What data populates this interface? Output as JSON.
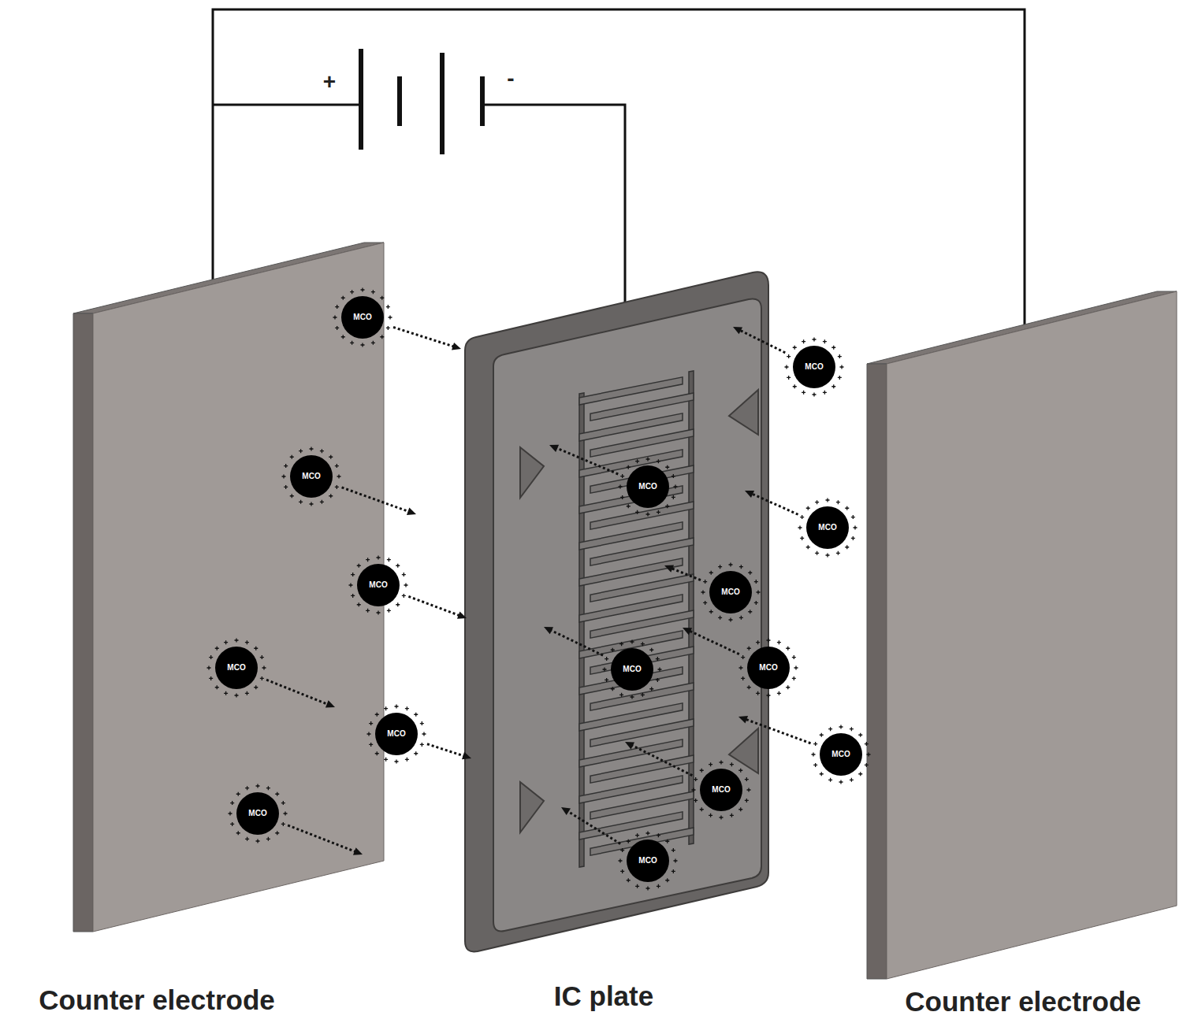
{
  "diagram": {
    "nodes": [
      {
        "text": [
          "MCO"
        ]
      },
      {
        "text": [
          "MCO"
        ]
      },
      {
        "text": [
          "MCO"
        ]
      },
      {
        "text": [
          "MCO"
        ]
      },
      {
        "text": [
          "MCO"
        ]
      },
      {
        "text": [
          "MCO"
        ]
      },
      {
        "text": [
          "MCO"
        ]
      },
      {
        "text": [
          "MCO"
        ]
      },
      {
        "text": [
          "MCO"
        ]
      },
      {
        "text": [
          "MCO"
        ]
      },
      {
        "text": [
          "MCO"
        ]
      },
      {
        "text": [
          "MCO"
        ]
      },
      {
        "text": [
          "MCO"
        ]
      },
      {
        "text": [
          "MCO"
        ]
      },
      {
        "text": [
          "MCO"
        ]
      }
    ],
    "labels": [
      "+",
      "-",
      "Counter electrode",
      "IC plate",
      "Counter electrode"
    ]
  }
}
